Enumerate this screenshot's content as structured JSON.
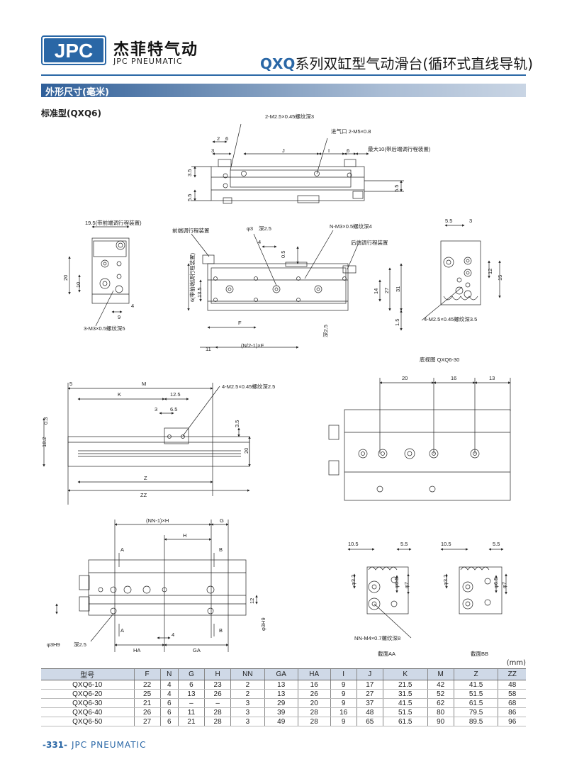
{
  "header": {
    "logo_text": "JPC",
    "brand_cn": "杰菲特气动",
    "brand_en": "JPC PNEUMATIC",
    "title_code": "QXQ",
    "title_rest": "系列双缸型气动滑台(循环式直线导轨)"
  },
  "section": {
    "band_title": "外形尺寸(毫米)",
    "subtitle": "标准型(QXQ6)"
  },
  "labels": {
    "top_thread": "2-M2.5×0.45螺纹深3",
    "air_inlet": "进气口 2-M5×0.8",
    "max_adjust": "最大10(带后端调行程装置)",
    "front_adjust_19": "19.5(带前端调行程装置)",
    "front_adjust": "前端调行程装置",
    "phi3": "φ3",
    "depth25": "深2.5",
    "nm3": "N-M3×0.5螺纹深4",
    "rear_adjust": "后端调行程装置",
    "side_6": "6(带前端调行程装置)",
    "m3_thread": "3-M3×0.5螺纹深5",
    "m25_thread_35": "4-M2.5×0.45螺纹深3.5",
    "formula": "(N/2-1)×F",
    "bottom_view": "底视图 QXQ6-30",
    "m25_thread_25": "4-M2.5×0.45螺纹深2.5",
    "nn_h": "(NN-1)×H",
    "phi3h9": "φ3H9",
    "nn_m4": "NN-M4×0.7螺纹深8",
    "section_aa": "截面AA",
    "section_bb": "截面BB",
    "unit": "(mm)"
  },
  "dims": {
    "d2": "2",
    "d3": "3",
    "d6": "6",
    "J": "J",
    "I": "I",
    "d35": "3.5",
    "d55": "5.5",
    "d20": "20",
    "d10": "10",
    "d9": "9",
    "d4": "4",
    "d05": "0.5",
    "d135": "13.5",
    "d14": "14",
    "d27": "27",
    "d31": "31",
    "d15": "1.5",
    "F": "F",
    "d11": "11",
    "d12": "12",
    "M": "M",
    "d5": "5",
    "K": "K",
    "d125": "12.5",
    "d65": "6.5",
    "d03": "0.3",
    "d182": "18.2",
    "Z": "Z",
    "ZZ": "ZZ",
    "d16": "16",
    "d13": "13",
    "H": "H",
    "G": "G",
    "A": "A",
    "B": "B",
    "HA": "HA",
    "GA": "GA",
    "d25": "2.5",
    "d105": "10.5",
    "phi32": "φ3.2",
    "phi65": "φ6.5",
    "phi7": "φ7",
    "d15b": "15"
  },
  "table": {
    "headers": [
      "型号",
      "F",
      "N",
      "G",
      "H",
      "NN",
      "GA",
      "HA",
      "I",
      "J",
      "K",
      "M",
      "Z",
      "ZZ"
    ],
    "rows": [
      [
        "QXQ6-10",
        "22",
        "4",
        "6",
        "23",
        "2",
        "13",
        "16",
        "9",
        "17",
        "21.5",
        "42",
        "41.5",
        "48"
      ],
      [
        "QXQ6-20",
        "25",
        "4",
        "13",
        "26",
        "2",
        "13",
        "26",
        "9",
        "27",
        "31.5",
        "52",
        "51.5",
        "58"
      ],
      [
        "QXQ6-30",
        "21",
        "6",
        "–",
        "–",
        "3",
        "29",
        "20",
        "9",
        "37",
        "41.5",
        "62",
        "61.5",
        "68"
      ],
      [
        "QXQ6-40",
        "26",
        "6",
        "11",
        "28",
        "3",
        "39",
        "28",
        "16",
        "48",
        "51.5",
        "80",
        "79.5",
        "86"
      ],
      [
        "QXQ6-50",
        "27",
        "6",
        "21",
        "28",
        "3",
        "49",
        "28",
        "9",
        "65",
        "61.5",
        "90",
        "89.5",
        "96"
      ]
    ]
  },
  "footer": {
    "page": "-331-",
    "company": "JPC PNEUMATIC"
  },
  "colors": {
    "brand_blue": "#2a67a6",
    "band_dark": "#2f5f99",
    "table_header": "#cfd9e7"
  }
}
